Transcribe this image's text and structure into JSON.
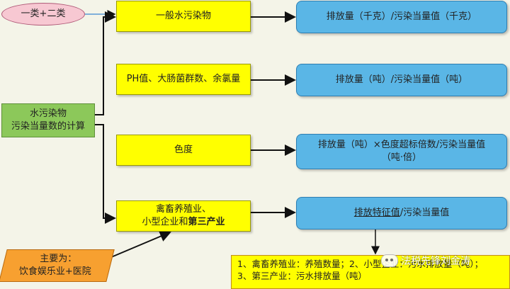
{
  "diagram": {
    "tag": "一类+二类",
    "root": {
      "line1": "水污染物",
      "line2": "污染当量数的计算"
    },
    "categories": [
      {
        "label": "一般水污染物"
      },
      {
        "label": "PH值、大肠菌群数、余氯量"
      },
      {
        "label": "色度"
      },
      {
        "line1": "禽畜养殖业、",
        "line2_a": "小型企业和",
        "line2_b": "第三产业"
      }
    ],
    "formulas": [
      {
        "text": "排放量（千克）/污染当量值（千克）"
      },
      {
        "text": "排放量（吨）/污染当量值（吨）"
      },
      {
        "line1": "排放量（吨）×色度超标倍数/污染当量值",
        "line2": "（吨·倍）"
      },
      {
        "text_a": "排放特征值",
        "text_b": "/污染当量值"
      }
    ],
    "source_note": {
      "line1": "主要为：",
      "line2": "饮食娱乐业+医院"
    },
    "footnote": {
      "line1": "1、禽畜养殖业：养殖数量；2、小型企业：污水排放量（吨）；",
      "line2": "3、第三产业：污水排放量（吨）"
    },
    "watermark": "法税先锋刘金涛"
  },
  "colors": {
    "yellow": "#ffff00",
    "blue": "#5ab6e6",
    "green": "#8cc85a",
    "orange": "#f7a030",
    "pink": "#f7c8d2"
  }
}
